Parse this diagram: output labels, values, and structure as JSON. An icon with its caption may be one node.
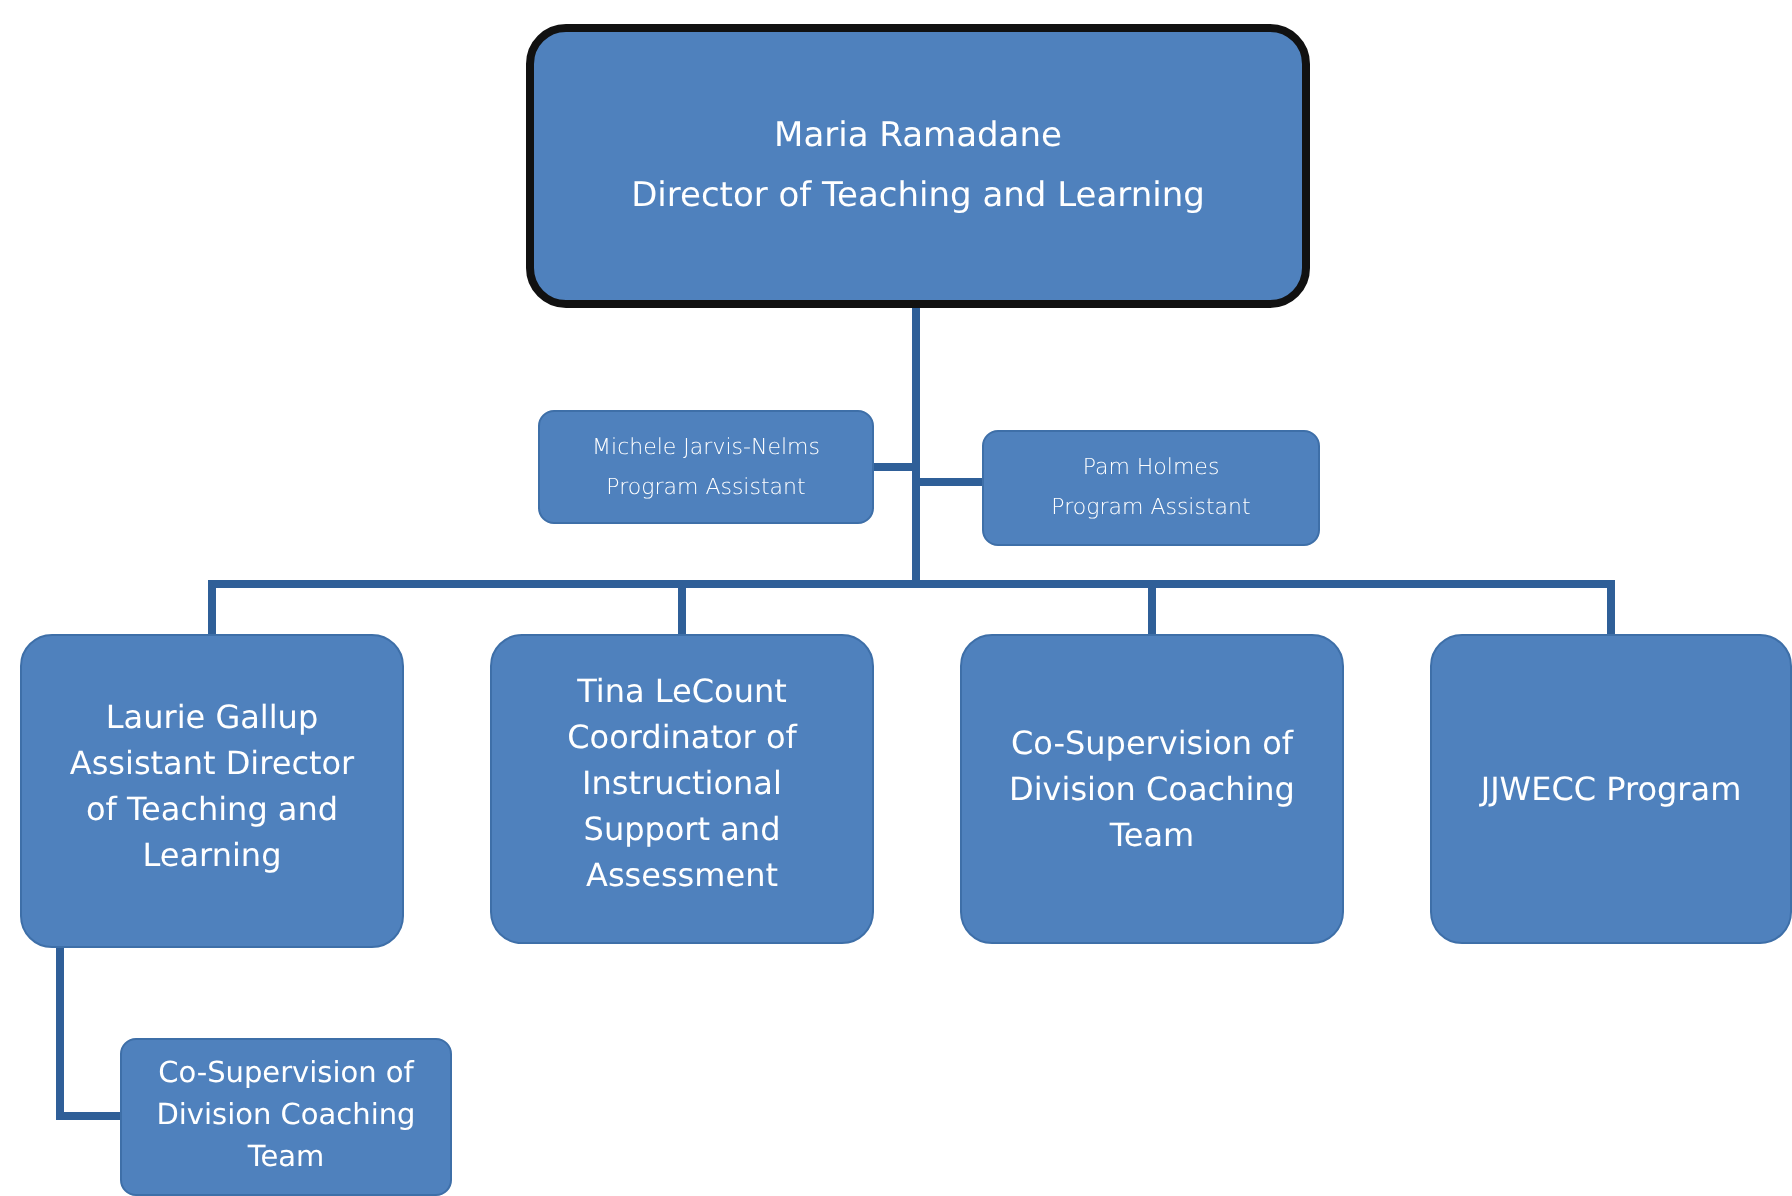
{
  "diagram": {
    "nodes": [
      {
        "text": [
          "Maria Ramadane",
          "Director of Teaching and Learning"
        ]
      },
      {
        "text": [
          "Michele Jarvis-Nelms",
          "Program Assistant"
        ]
      },
      {
        "text": [
          "Pam Holmes",
          "Program Assistant"
        ]
      },
      {
        "text": [
          "Laurie Gallup",
          "Assistant Director of Teaching and Learning"
        ]
      },
      {
        "text": [
          "Tina LeCount",
          "Coordinator of Instructional Support and Assessment"
        ]
      },
      {
        "text": [
          "Co-Supervision of Division Coaching Team"
        ]
      },
      {
        "text": [
          "JJWECC Program"
        ]
      },
      {
        "text": [
          "Co-Supervision of Division Coaching Team"
        ]
      }
    ],
    "edges": [
      {
        "from": 0,
        "to": 1,
        "arrow": "none"
      },
      {
        "from": 0,
        "to": 2,
        "arrow": "none"
      },
      {
        "from": 0,
        "to": 3,
        "arrow": "none"
      },
      {
        "from": 0,
        "to": 4,
        "arrow": "none"
      },
      {
        "from": 0,
        "to": 5,
        "arrow": "none"
      },
      {
        "from": 0,
        "to": 6,
        "arrow": "none"
      },
      {
        "from": 3,
        "to": 7,
        "arrow": "none"
      }
    ]
  }
}
